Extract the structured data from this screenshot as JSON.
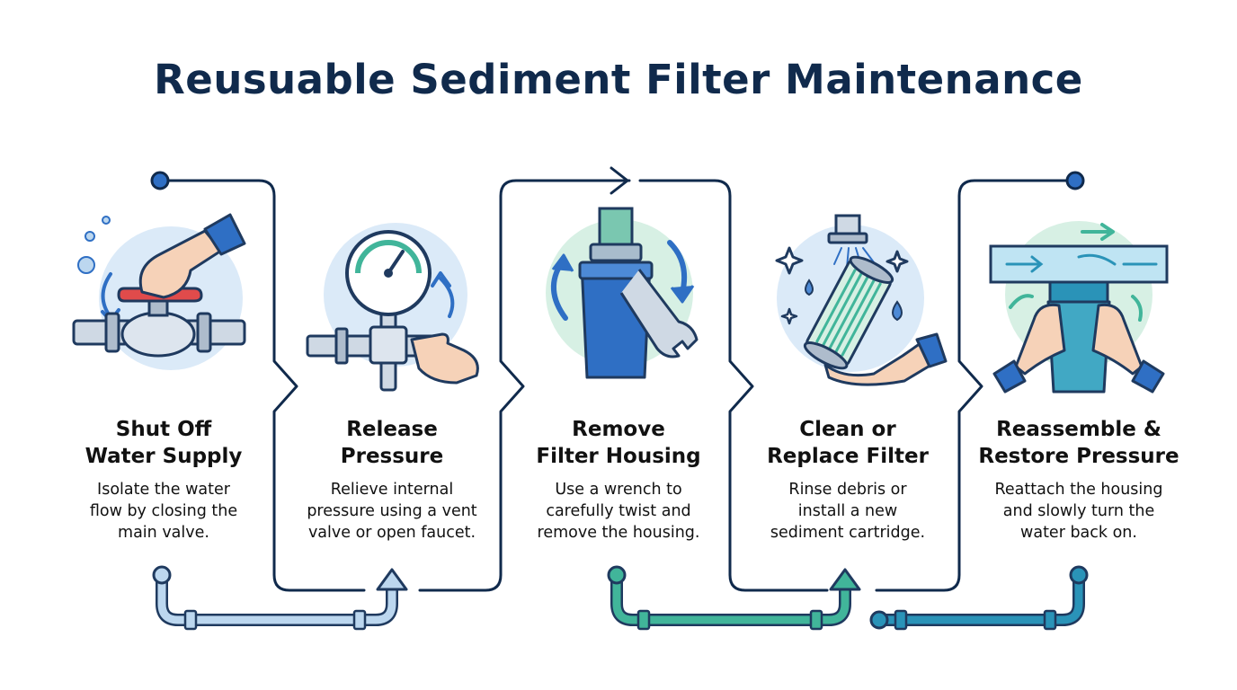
{
  "title": "Reusuable Sediment Filter Maintenance",
  "colors": {
    "navy": "#102a4c",
    "circle_blue": "#dbeaf8",
    "circle_green": "#d7f0e4",
    "blue_accent": "#2f6fc4",
    "pipe_light": "#bcd7ef",
    "pipe_green": "#41b59a",
    "pipe_teal": "#2a93b8"
  },
  "steps": [
    {
      "icon": "valve-shutoff-icon",
      "title_lines": [
        "Shut Off",
        "Water Supply"
      ],
      "desc_lines": [
        "Isolate the water",
        "flow by closing the",
        "main valve."
      ]
    },
    {
      "icon": "pressure-gauge-icon",
      "title_lines": [
        "Release",
        "Pressure"
      ],
      "desc_lines": [
        "Relieve internal",
        "pressure using a vent",
        "valve or open faucet."
      ]
    },
    {
      "icon": "wrench-housing-icon",
      "title_lines": [
        "Remove",
        "Filter Housing"
      ],
      "desc_lines": [
        "Use a wrench to",
        "carefully twist and",
        "remove the housing."
      ]
    },
    {
      "icon": "filter-cartridge-icon",
      "title_lines": [
        "Clean or",
        "Replace Filter"
      ],
      "desc_lines": [
        "Rinse debris or",
        "install a new",
        "sediment cartridge."
      ]
    },
    {
      "icon": "reassemble-housing-icon",
      "title_lines": [
        "Reassemble &",
        "Restore Pressure"
      ],
      "desc_lines": [
        "Reattach the housing",
        "and slowly turn the",
        "water back on."
      ]
    }
  ]
}
